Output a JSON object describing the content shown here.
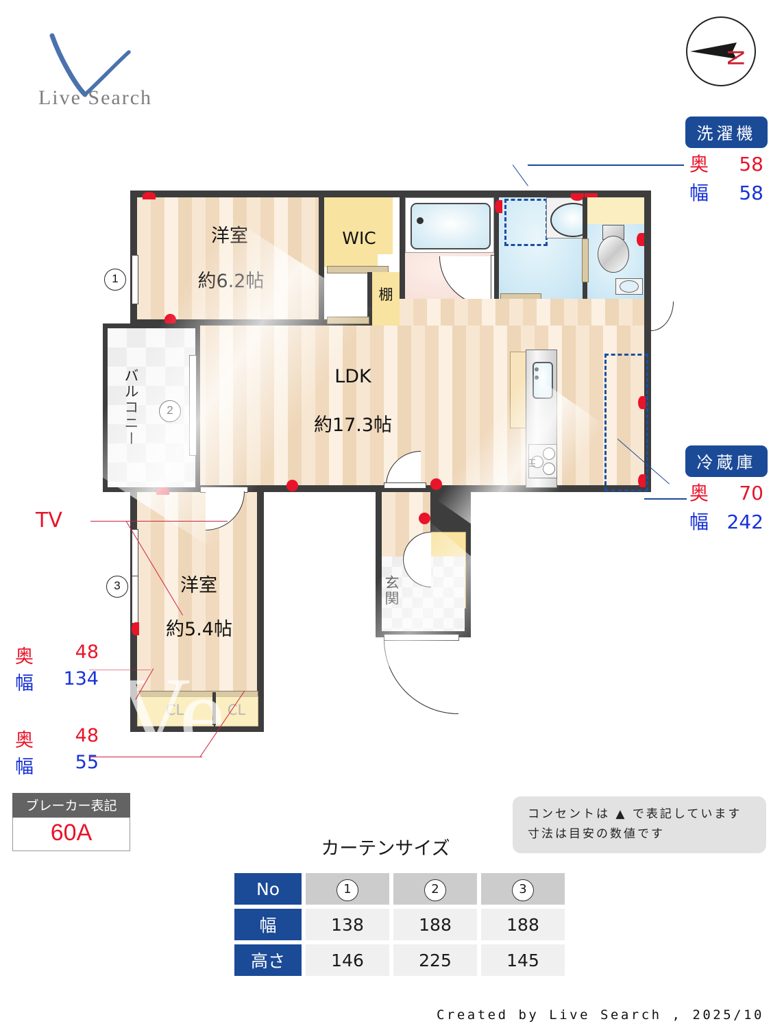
{
  "brand": {
    "name": "Live Search",
    "logo_icon": "v-check-icon"
  },
  "compass": {
    "icon": "compass-north-arrow-icon",
    "north_label": "N"
  },
  "plan": {
    "rooms": [
      {
        "id": "bedroom-main",
        "name": "洋室",
        "size": "約6.2帖"
      },
      {
        "id": "wic",
        "name": "WIC"
      },
      {
        "id": "shelf",
        "name": "棚"
      },
      {
        "id": "ldk",
        "name": "LDK",
        "size": "約17.3帖"
      },
      {
        "id": "balcony",
        "name": "バルコニー"
      },
      {
        "id": "bedroom-second",
        "name": "洋室",
        "size": "約5.4帖"
      },
      {
        "id": "entrance",
        "name": "玄関"
      },
      {
        "id": "closet-1",
        "name": "CL"
      },
      {
        "id": "closet-2",
        "name": "CL"
      }
    ],
    "window_markers": [
      "1",
      "2",
      "3"
    ],
    "tv_label": "TV",
    "appliance_icons": [
      "bathtub-icon",
      "vanity-sink-icon",
      "toilet-icon",
      "kitchen-sink-icon",
      "ih-cooktop-icon"
    ],
    "ih_label": "IH"
  },
  "washer": {
    "title": "洗濯機",
    "depth_label": "奥",
    "depth_value": "58",
    "width_label": "幅",
    "width_value": "58"
  },
  "fridge": {
    "title": "冷蔵庫",
    "depth_label": "奥",
    "depth_value": "70",
    "width_label": "幅",
    "width_value": "242"
  },
  "closet_dims": [
    {
      "depth_label": "奥",
      "depth_value": "48",
      "width_label": "幅",
      "width_value": "134"
    },
    {
      "depth_label": "奥",
      "depth_value": "48",
      "width_label": "幅",
      "width_value": "55"
    }
  ],
  "breaker": {
    "title": "ブレーカー表記",
    "value": "60A"
  },
  "note": {
    "line1": "コンセントは ▲ で表記しています",
    "line2": "寸法は目安の数値です",
    "marker_icon": "outlet-marker-icon"
  },
  "curtain": {
    "title": "カーテンサイズ",
    "row_headers": [
      "No",
      "幅",
      "高さ"
    ],
    "numbers": [
      "1",
      "2",
      "3"
    ],
    "width": [
      "138",
      "188",
      "188"
    ],
    "height": [
      "146",
      "225",
      "145"
    ]
  },
  "credit": "Created by Live Search , 2025/10",
  "watermark": "Ve",
  "colors": {
    "brand_blue": "#1b4a97",
    "outlet_red": "#e8142a",
    "dim_red": "#e8142a",
    "dim_blue": "#1732d8",
    "wall": "#3d3d3d"
  }
}
